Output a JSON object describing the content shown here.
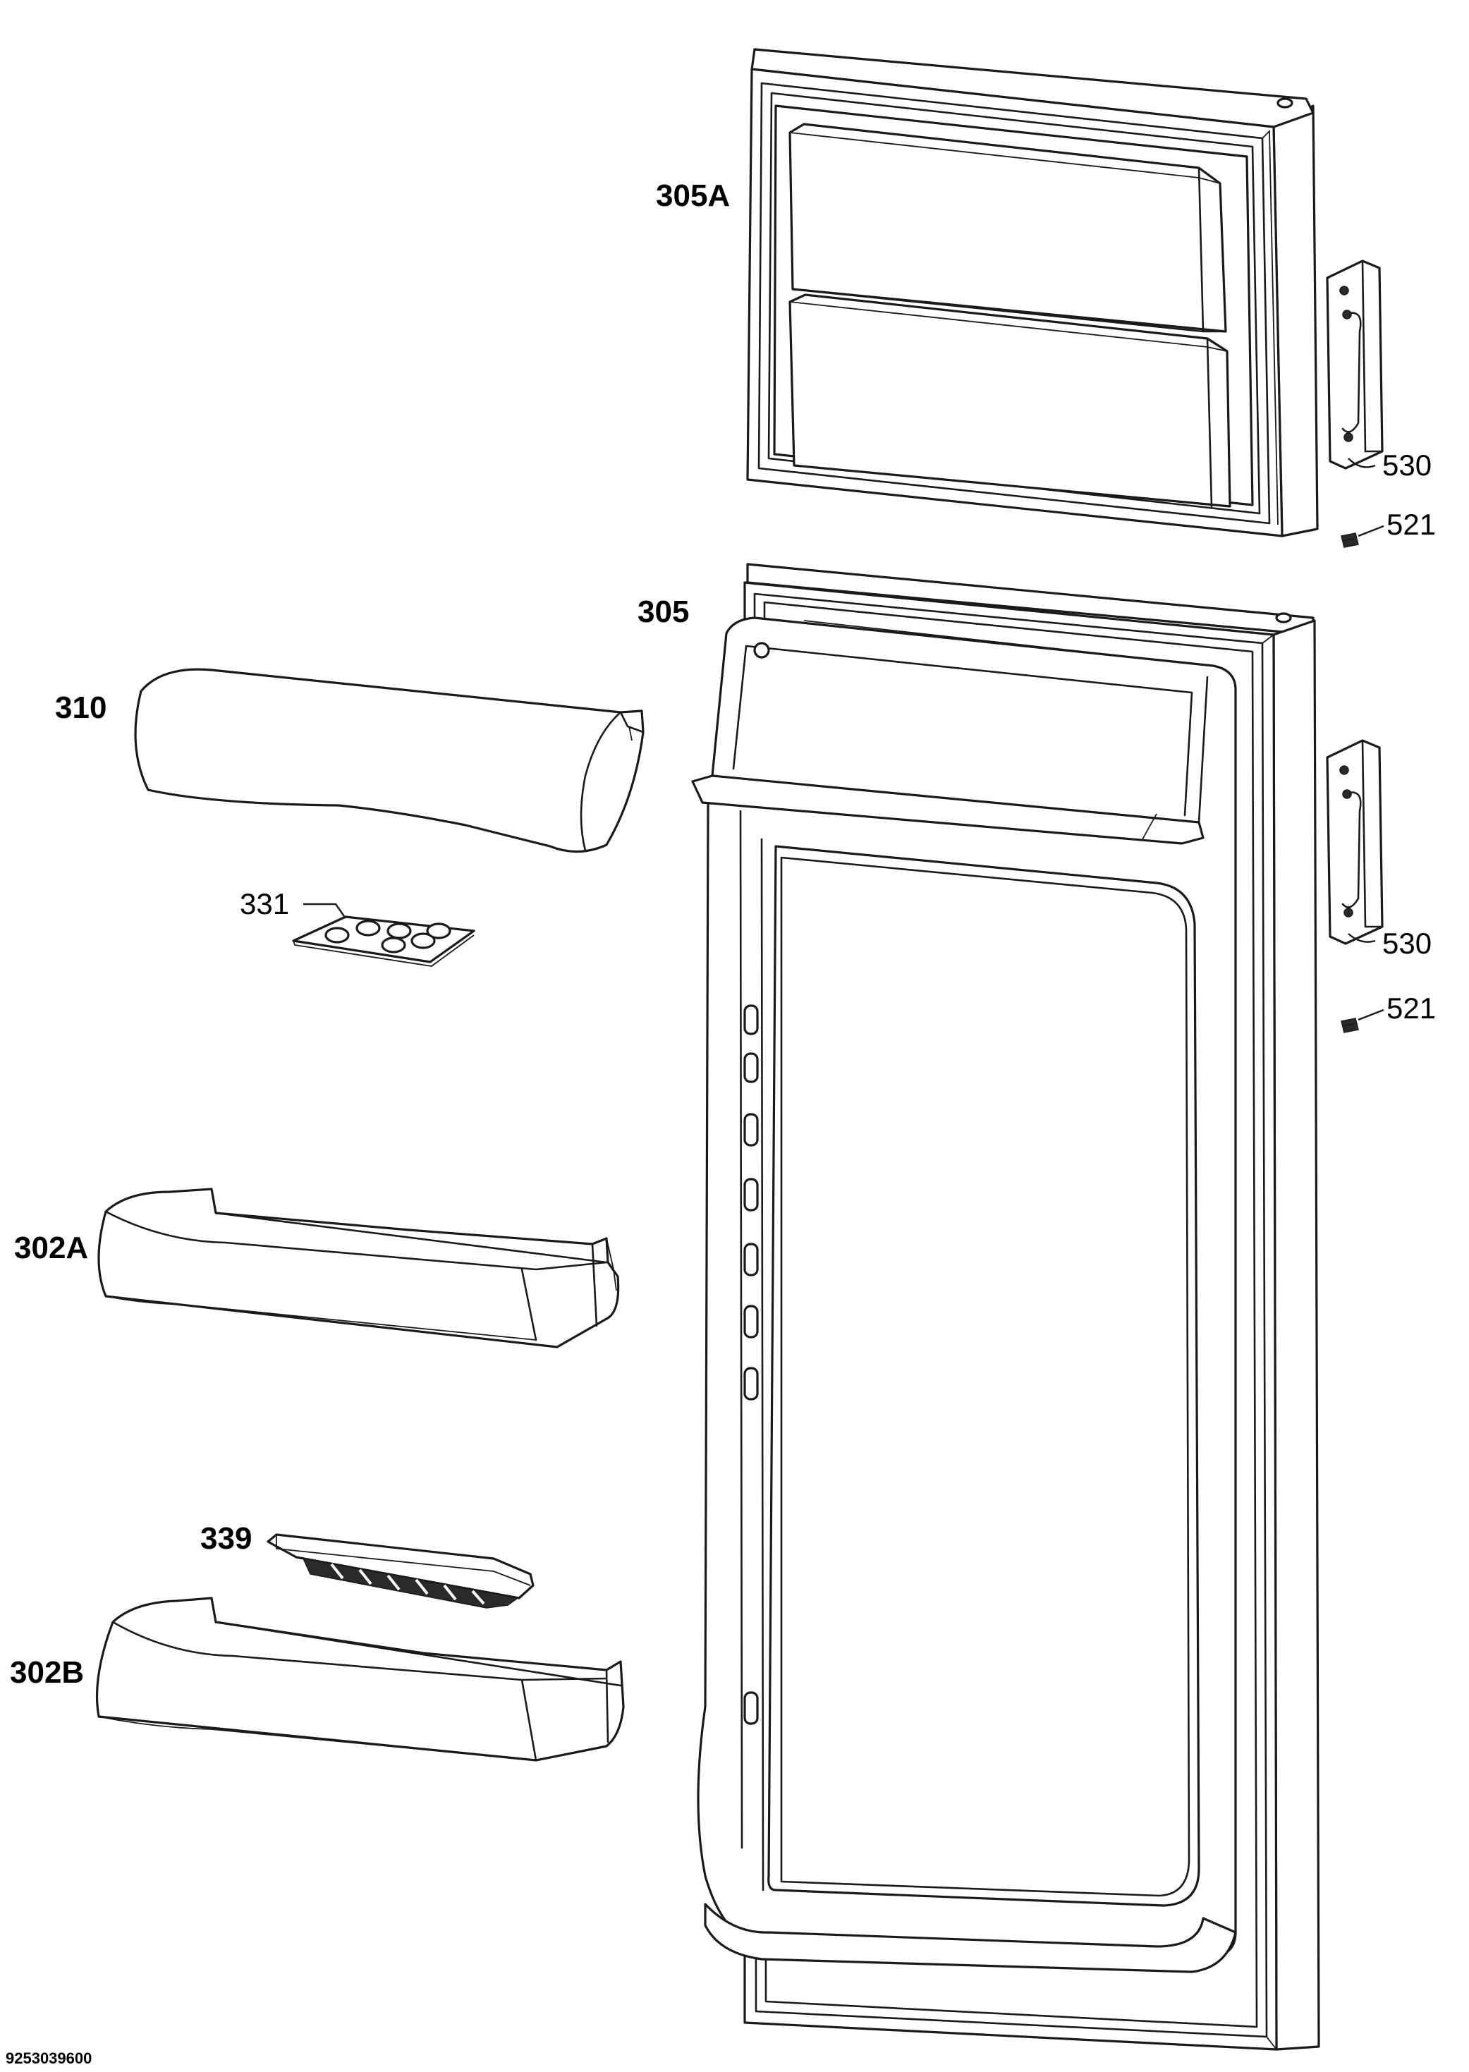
{
  "labels": {
    "freezer_door": "305A",
    "fridge_door": "305",
    "dairy_cover": "310",
    "egg_tray": "331",
    "shelf_upper": "302A",
    "shelf_lower": "302B",
    "bottle_retainer": "339",
    "hinge_top": "530",
    "hinge_mid": "530",
    "screw_top": "521",
    "screw_mid": "521"
  },
  "document_id": "9253039600",
  "colors": {
    "line": "#1a1a1a",
    "background": "#ffffff"
  }
}
